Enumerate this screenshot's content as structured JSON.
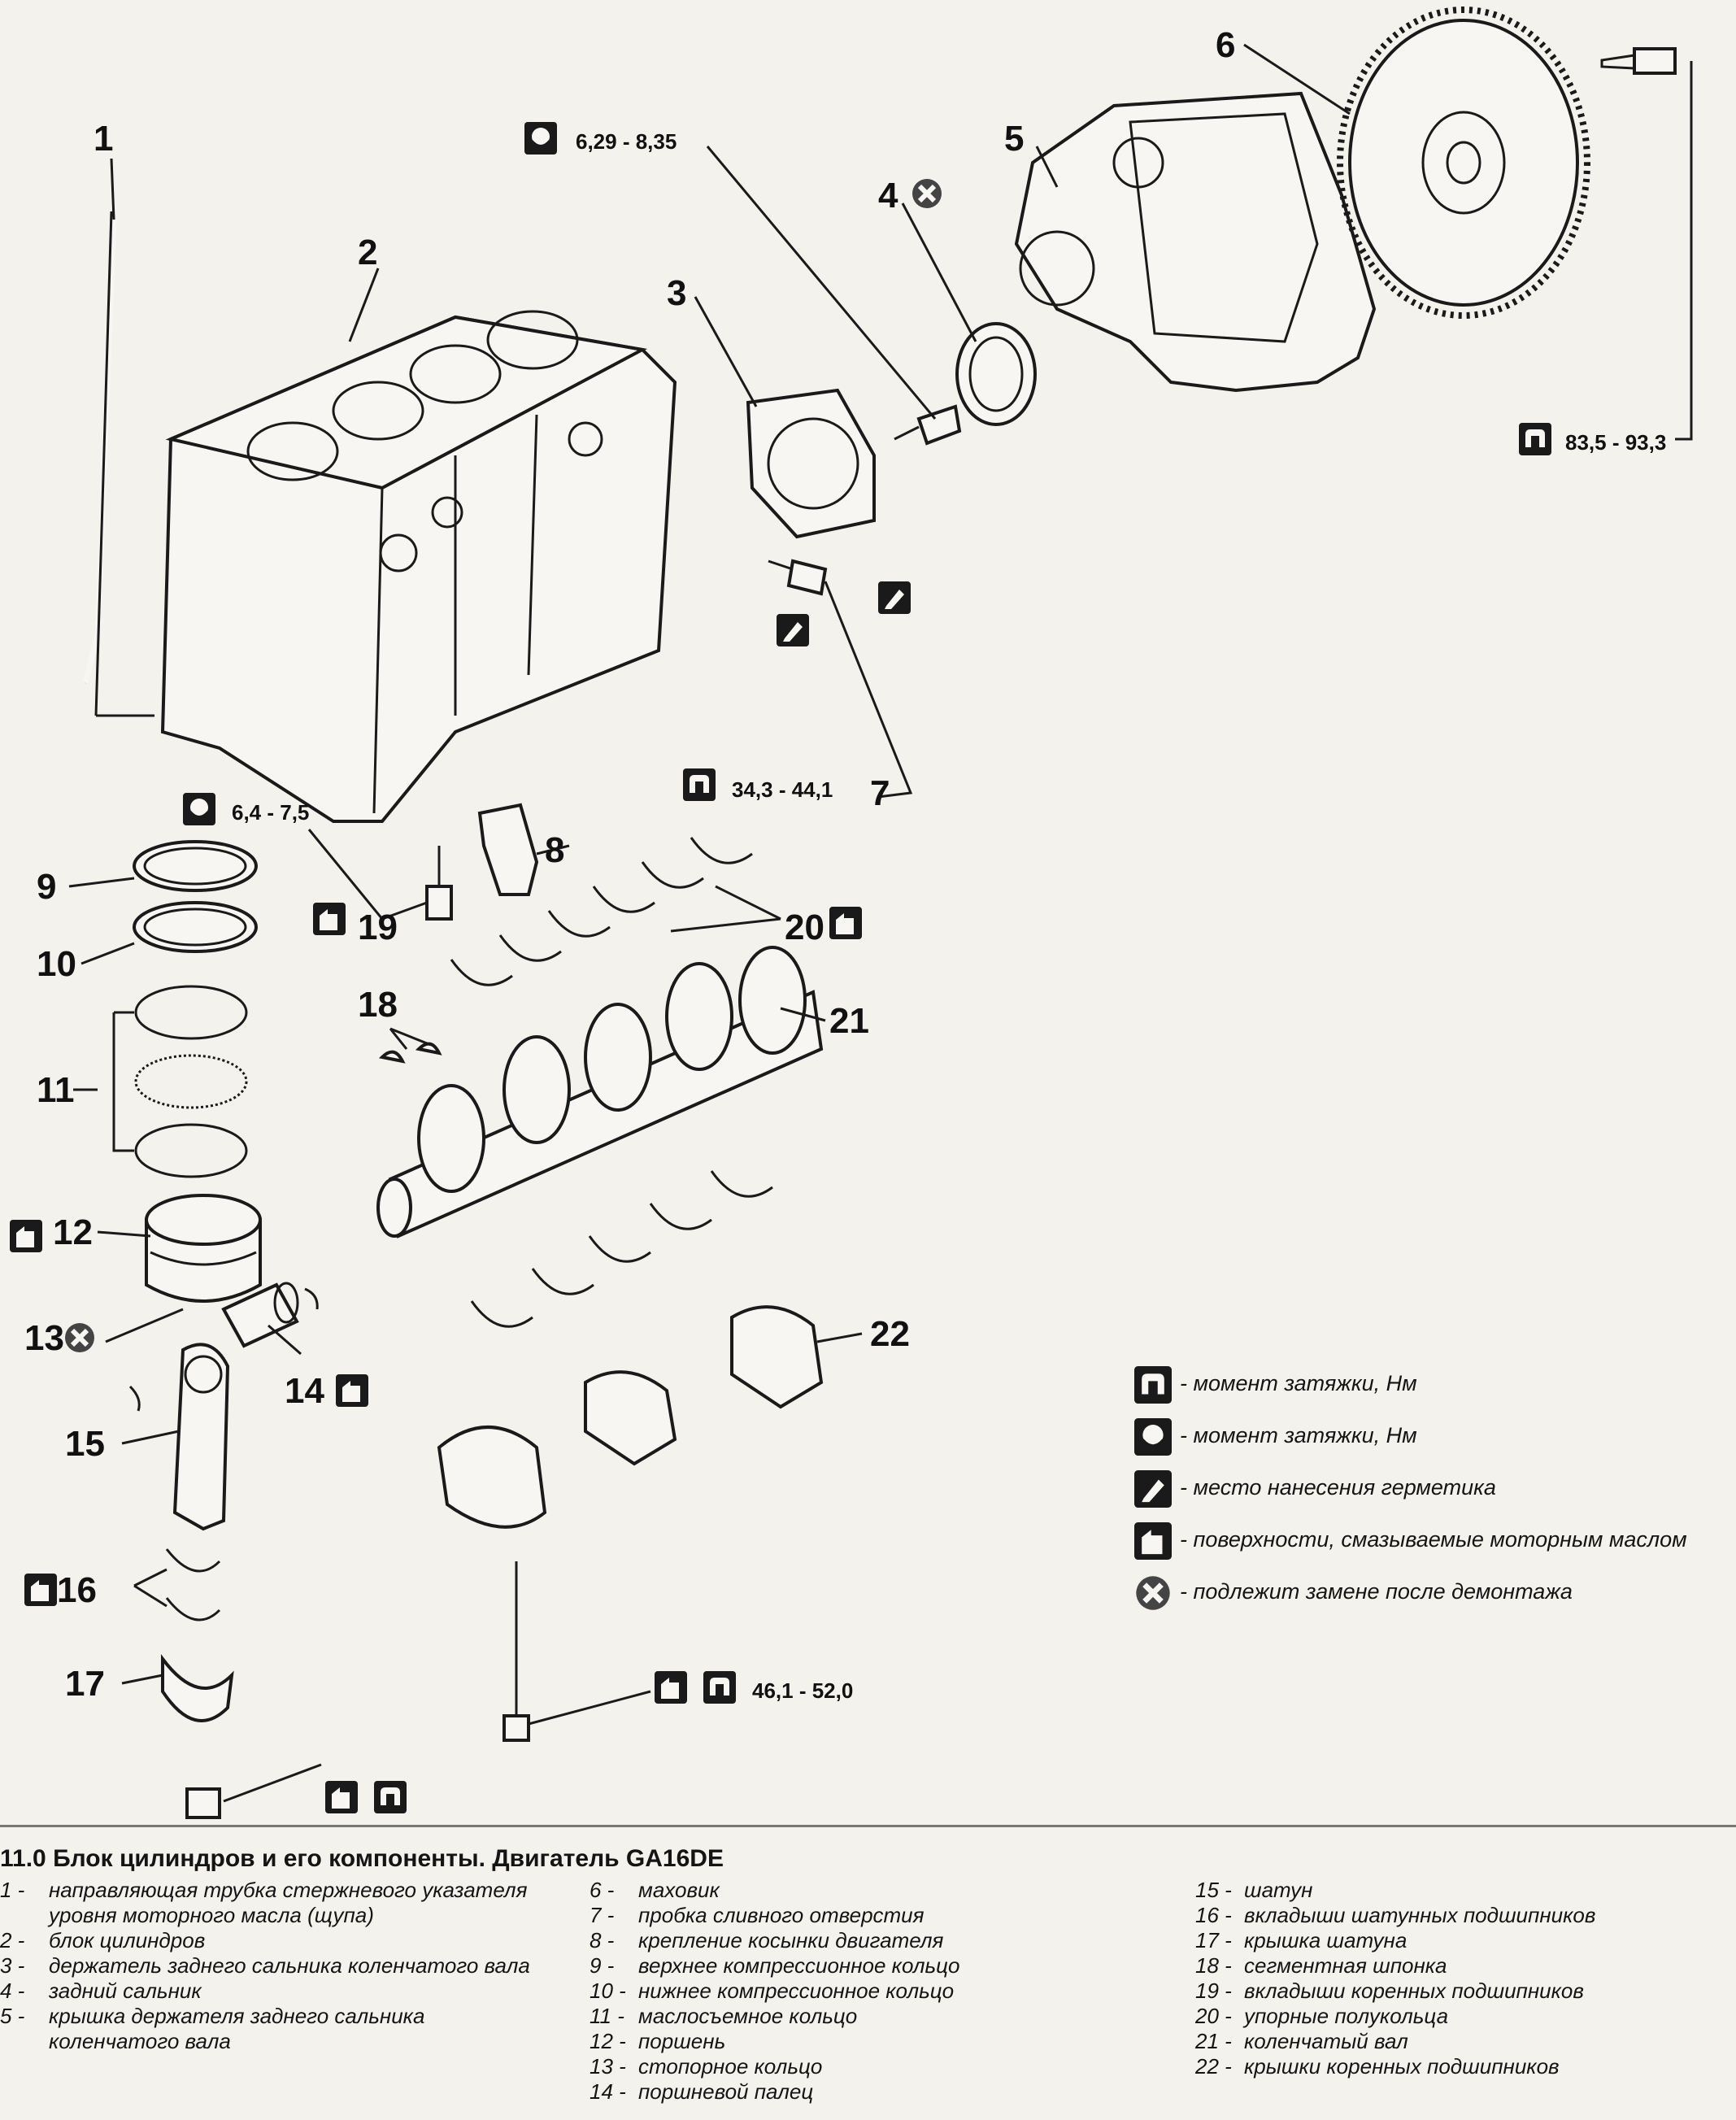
{
  "part_numbers": [
    "1",
    "2",
    "3",
    "4",
    "5",
    "6",
    "7",
    "8",
    "9",
    "10",
    "11",
    "12",
    "13",
    "14",
    "15",
    "16",
    "17",
    "18",
    "19",
    "20",
    "21",
    "22"
  ],
  "torque_values": {
    "t_drain_plug_bolt": "6,29 - 8,35",
    "t_flywheel_bolt": "83,5 - 93,3",
    "t_drain_plug": "34,3 - 44,1",
    "t_gusset_bolt": "6,4 - 7,5",
    "t_main_cap_bolt": "46,1 - 52,0"
  },
  "icons": [
    "torque-open-wrench-icon",
    "torque-solid-wrench-icon",
    "sealant-icon",
    "oil-can-icon",
    "replace-icon"
  ],
  "legend": [
    {
      "icon": "torque-open-wrench-icon",
      "text": "- момент затяжки, Нм"
    },
    {
      "icon": "torque-solid-wrench-icon",
      "text": "- момент затяжки, Нм"
    },
    {
      "icon": "sealant-icon",
      "text": "- место нанесения герметика"
    },
    {
      "icon": "oil-can-icon",
      "text": "- поверхности, смазываемые моторным маслом"
    },
    {
      "icon": "replace-icon",
      "text": "- подлежит замене после демонтажа"
    }
  ],
  "caption": {
    "title": "11.0 Блок цилиндров и его компоненты. Двигатель GA16DE",
    "columns": [
      [
        {
          "num": "1 -",
          "text": "направляющая трубка стержневого указателя уровня моторного масла (щупа)"
        },
        {
          "num": "2 -",
          "text": "блок цилиндров"
        },
        {
          "num": "3 -",
          "text": "держатель заднего сальника коленча­того вала"
        },
        {
          "num": "4 -",
          "text": "задний сальник"
        },
        {
          "num": "5 -",
          "text": "крышка держателя заднего сальника коленчатого вала"
        }
      ],
      [
        {
          "num": "6 -",
          "text": "маховик"
        },
        {
          "num": "7 -",
          "text": "пробка сливного отверстия"
        },
        {
          "num": "8 -",
          "text": "крепление косынки двигателя"
        },
        {
          "num": "9 -",
          "text": "верхнее компрессионное кольцо"
        },
        {
          "num": "10 -",
          "text": "нижнее компрессионное кольцо"
        },
        {
          "num": "11 -",
          "text": "маслосъемное кольцо"
        },
        {
          "num": "12 -",
          "text": "поршень"
        },
        {
          "num": "13 -",
          "text": "стопорное кольцо"
        },
        {
          "num": "14 -",
          "text": "поршневой палец"
        }
      ],
      [
        {
          "num": "15 -",
          "text": "шатун"
        },
        {
          "num": "16 -",
          "text": "вкладыши шатунных подшипников"
        },
        {
          "num": "17 -",
          "text": "крышка шатуна"
        },
        {
          "num": "18 -",
          "text": "сегментная шпонка"
        },
        {
          "num": "19 -",
          "text": "вкладыши коренных подшипников"
        },
        {
          "num": "20 -",
          "text": "упорные полукольца"
        },
        {
          "num": "21 -",
          "text": "коленчатый вал"
        },
        {
          "num": "22 -",
          "text": "крышки коренных подшипников"
        }
      ]
    ]
  }
}
